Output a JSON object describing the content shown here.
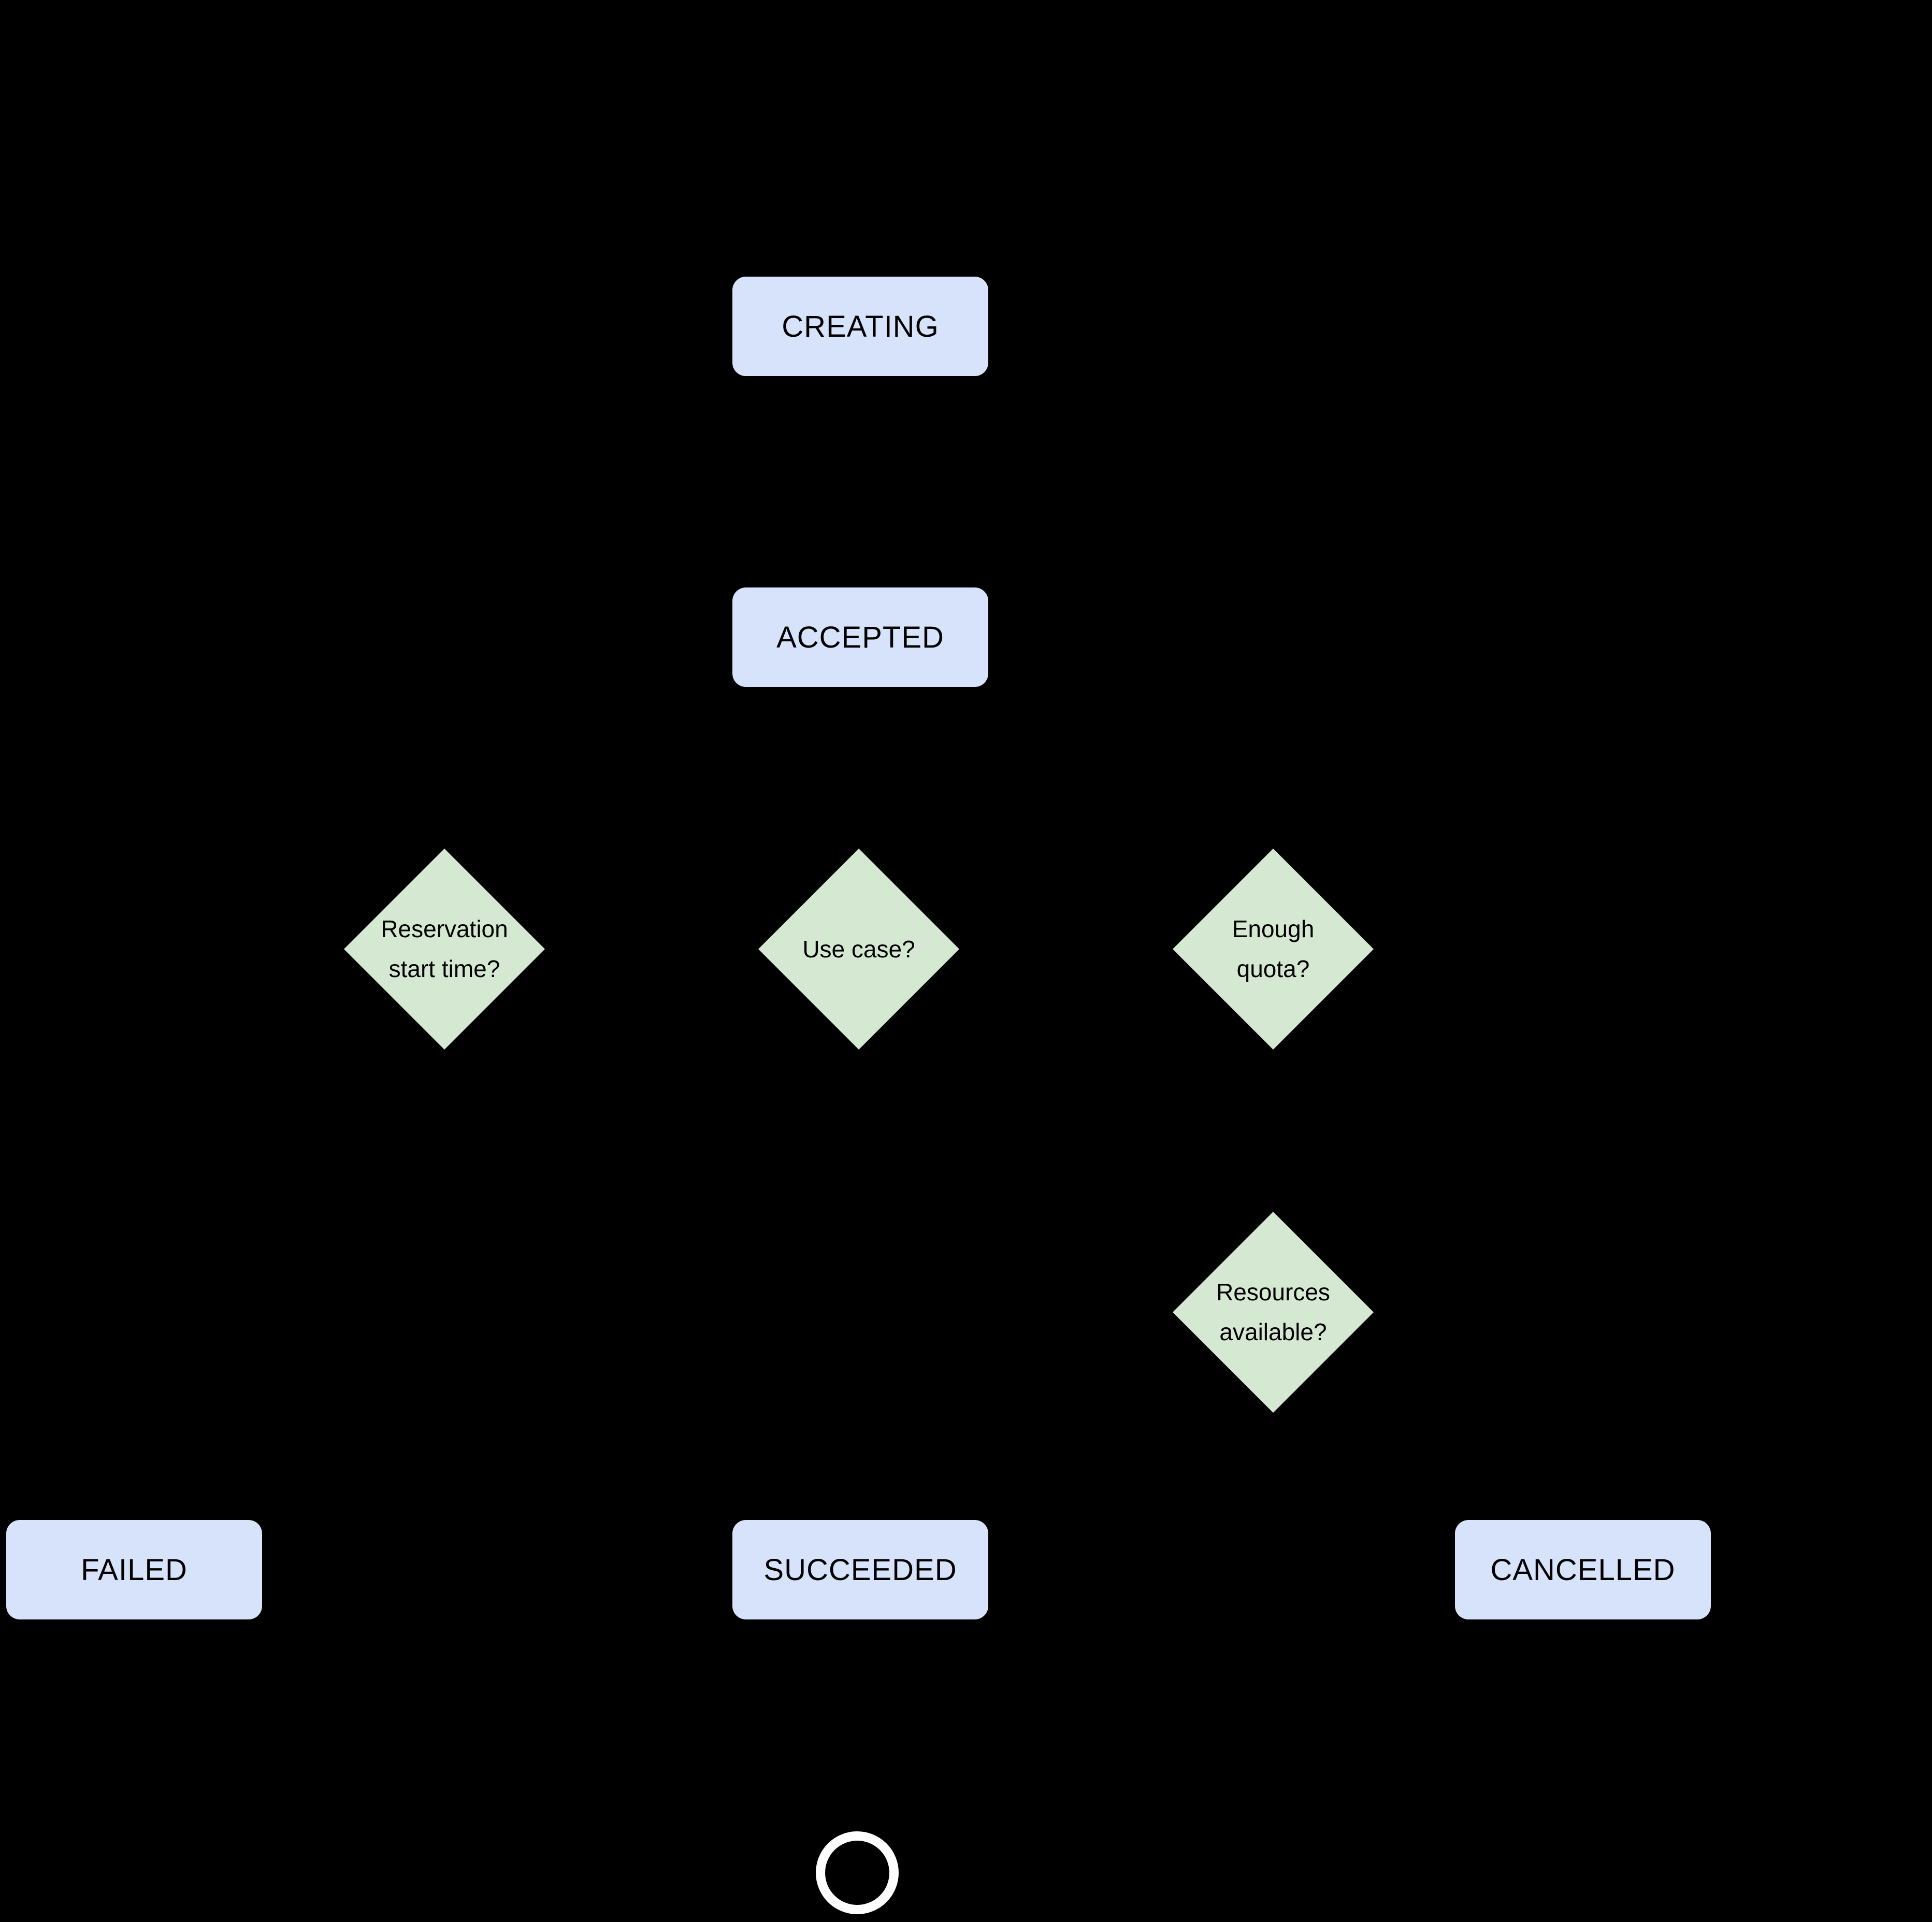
{
  "diagram": {
    "colors": {
      "background": "#000000",
      "state_fill": "#d7e3fa",
      "decision_fill": "#d5e8d2",
      "text": "#000000",
      "final_ring": "#ffffff"
    },
    "states": {
      "creating": {
        "label": "CREATING"
      },
      "accepted": {
        "label": "ACCEPTED"
      },
      "failed": {
        "label": "FAILED"
      },
      "succeeded": {
        "label": "SUCCEEDED"
      },
      "cancelled": {
        "label": "CANCELLED"
      }
    },
    "decisions": {
      "reservation_start_time": {
        "lines": [
          "Reservation",
          "start time?"
        ]
      },
      "use_case": {
        "lines": [
          "Use case?"
        ]
      },
      "enough_quota": {
        "lines": [
          "Enough",
          "quota?"
        ]
      },
      "resources_available": {
        "lines": [
          "Resources",
          "available?"
        ]
      }
    }
  }
}
